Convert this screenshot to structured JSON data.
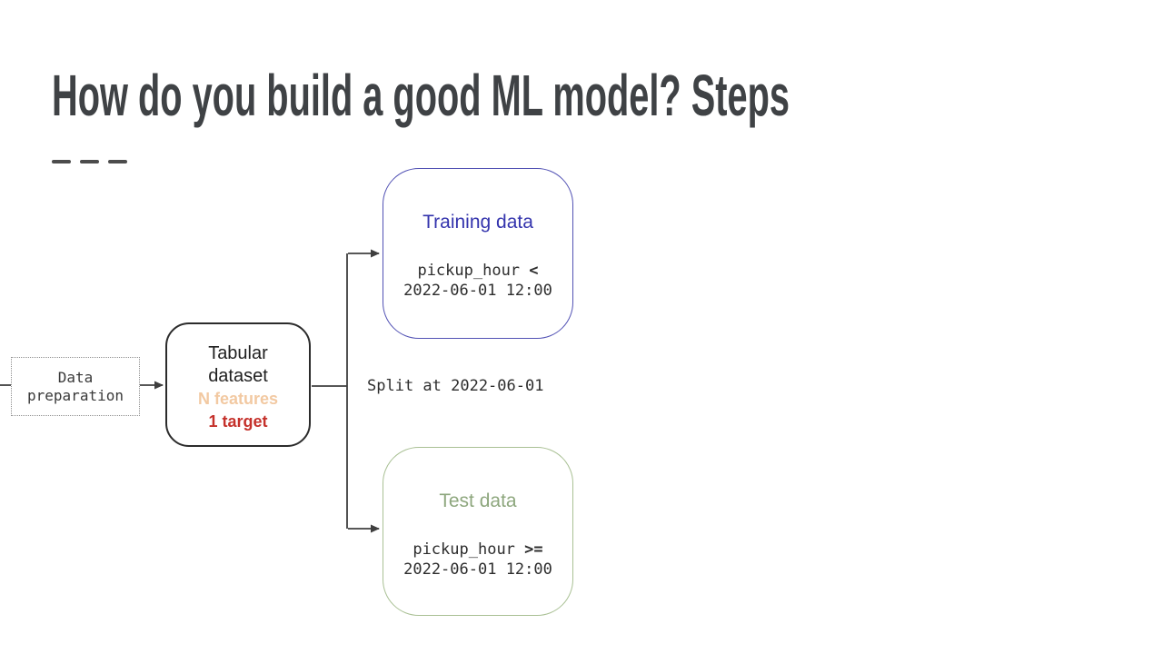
{
  "slide": {
    "title": "How do you build a good ML model? Steps"
  },
  "diagram": {
    "data_preparation": {
      "label": "Data preparation"
    },
    "tabular_dataset": {
      "title": "Tabular dataset",
      "features_label": "N features",
      "target_label": "1 target"
    },
    "split_label": "Split at 2022-06-01",
    "training": {
      "title": "Training data",
      "code_var": "pickup_hour",
      "code_op": "<",
      "code_value": "2022-06-01 12:00"
    },
    "test": {
      "title": "Test data",
      "code_var": "pickup_hour",
      "code_op": ">=",
      "code_value": "2022-06-01 12:00"
    }
  },
  "colors": {
    "title_text": "#3f4245",
    "connector_line": "#3f3f3f",
    "training_text": "#3434ad",
    "training_border": "#5151b4",
    "test_text": "#8ea77e",
    "test_border": "#a9c094",
    "features_text": "#f2c9a2",
    "target_text": "#c5312b",
    "background": "#ffffff"
  }
}
